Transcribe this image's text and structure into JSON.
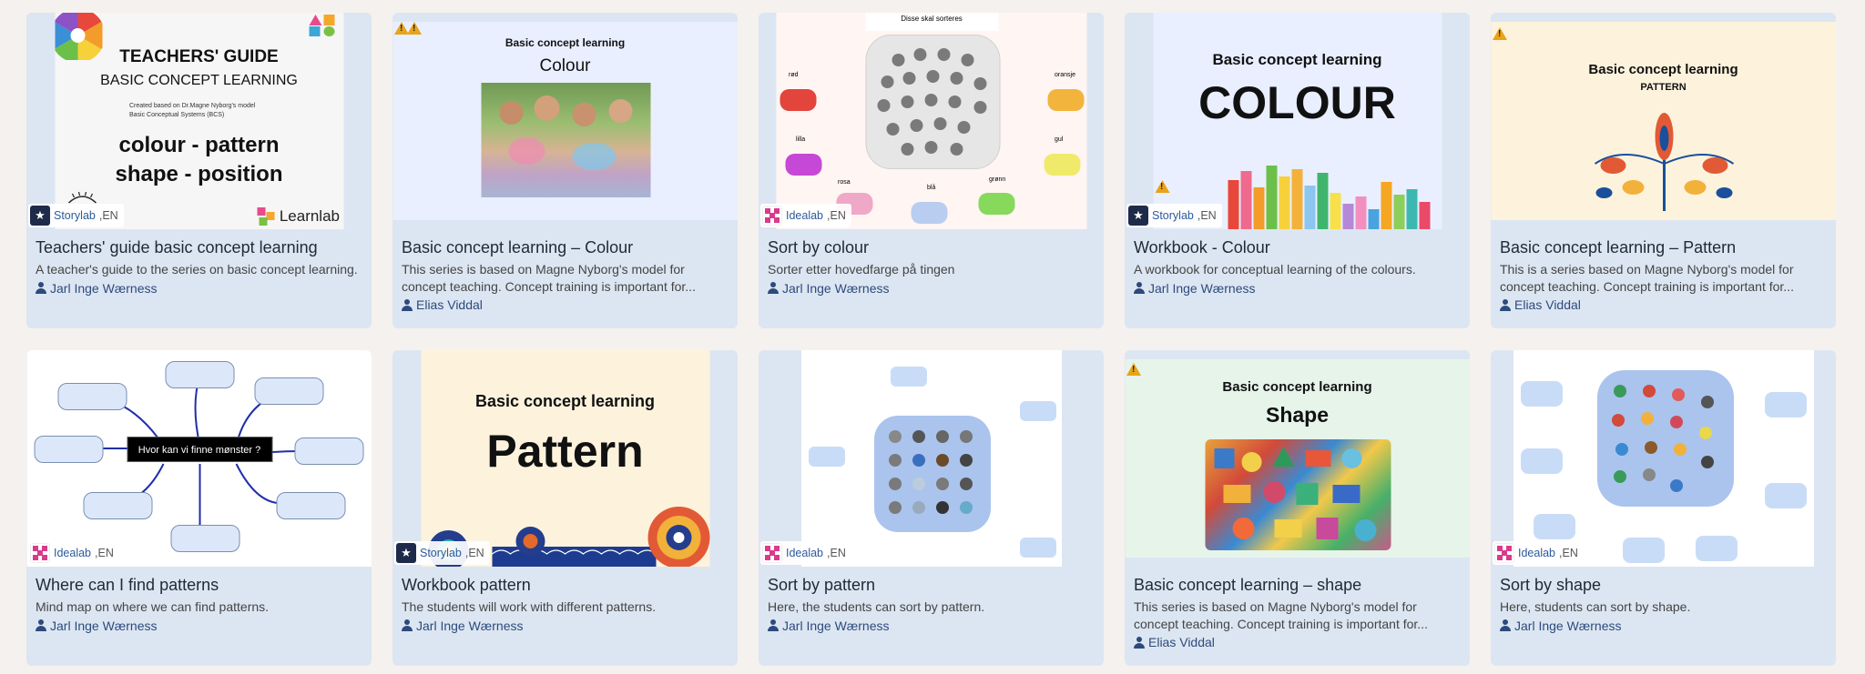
{
  "cards": [
    {
      "title": "Teachers' guide basic concept learning",
      "description": "A teacher's guide to the series on basic concept learning.",
      "author": "Jarl Inge Wærness",
      "source": "Storylab",
      "lang": ",EN",
      "thumb": {
        "h1": "TEACHERS' GUIDE",
        "h2": "BASIC CONCEPT LEARNING",
        "small1": "Created based on Dr.Magne Nyborg's model",
        "small2": "Basic Conceptual Systems (BCS)",
        "line1": "colour - pattern",
        "line2": "shape - position",
        "logo": "Learnlab"
      }
    },
    {
      "title": "Basic concept learning – Colour",
      "description": "This series is based on Magne Nyborg's model for concept teaching. Concept training is important for...",
      "author": "Elias Viddal",
      "thumb": {
        "h1": "Basic concept learning",
        "h2": "Colour"
      }
    },
    {
      "title": "Sort by colour",
      "description": "Sorter etter hovedfarge på tingen",
      "author": "Jarl Inge Wærness",
      "source": "Idealab",
      "lang": ",EN",
      "thumb": {
        "header": "Disse skal sorteres",
        "labels": [
          "rød",
          "lilla",
          "rosa",
          "blå",
          "grønn",
          "oransje",
          "gul"
        ]
      }
    },
    {
      "title": "Workbook - Colour",
      "description": "A workbook for conceptual learning of the colours.",
      "author": "Jarl Inge Wærness",
      "source": "Storylab",
      "lang": ",EN",
      "thumb": {
        "h1": "Basic concept learning",
        "h2": "COLOUR"
      }
    },
    {
      "title": "Basic concept learning – Pattern",
      "description": "This is a series based on Magne Nyborg's model for concept teaching. Concept training is important for...",
      "author": "Elias Viddal",
      "thumb": {
        "h1": "Basic concept learning",
        "h2": "PATTERN"
      }
    },
    {
      "title": "Where can I find patterns",
      "description": "Mind map on where we can find patterns.",
      "author": "Jarl Inge Wærness",
      "source": "Idealab",
      "lang": ",EN",
      "thumb": {
        "center": "Hvor kan vi finne mønster ?"
      }
    },
    {
      "title": "Workbook pattern",
      "description": "The students will work with different patterns.",
      "author": "Jarl Inge Wærness",
      "source": "Storylab",
      "lang": ",EN",
      "thumb": {
        "h1": "Basic concept learning",
        "h2": "Pattern"
      }
    },
    {
      "title": "Sort by pattern",
      "description": "Here, the students can sort by pattern.",
      "author": "Jarl Inge Wærness",
      "source": "Idealab",
      "lang": ",EN",
      "thumb": {}
    },
    {
      "title": "Basic concept learning – shape",
      "description": "This series is based on Magne Nyborg's model for concept teaching. Concept training is important for...",
      "author": "Elias Viddal",
      "thumb": {
        "h1": "Basic concept learning",
        "h2": "Shape"
      }
    },
    {
      "title": "Sort by shape",
      "description": "Here, students can sort by shape.",
      "author": "Jarl Inge Wærness",
      "source": "Idealab",
      "lang": ",EN",
      "thumb": {}
    }
  ],
  "colors": {
    "card_bg": "#dce6f2",
    "page_bg": "#f5f1ee",
    "author_link": "#2d4a7c",
    "source_link": "#2d5a9c",
    "idealab": "#d93b8c",
    "storylab": "#1e2a4a",
    "warning": "#e8a317"
  },
  "icons": [
    "person-icon",
    "warning-icon",
    "storylab-logo-icon",
    "idealab-logo-icon"
  ]
}
